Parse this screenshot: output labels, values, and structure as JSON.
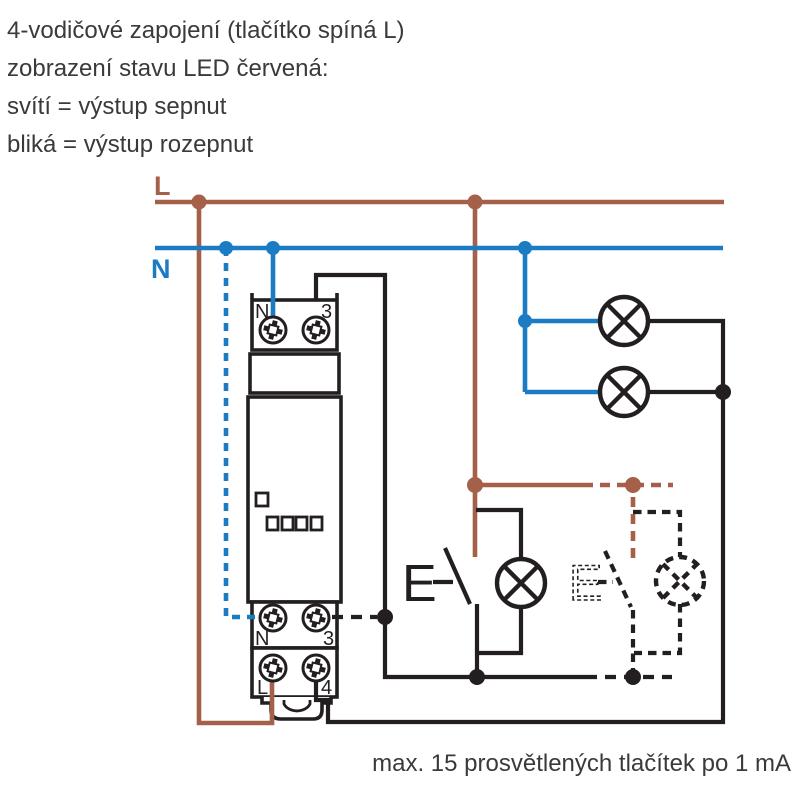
{
  "description": {
    "line1": "4-vodičové zapojení (tlačítko spíná L)",
    "line2": "zobrazení stavu LED červená:",
    "line3": "svítí = výstup sepnut",
    "line4": "bliká = výstup rozepnut"
  },
  "note": "max. 15 prosvětlených tlačítek po 1 mA",
  "labels": {
    "phase": "L",
    "neutral": "N",
    "device_top_left": "N",
    "device_top_right": "3",
    "device_mid_left": "N",
    "device_mid_right": "3",
    "device_bottom_left": "L",
    "device_bottom_right": "4",
    "pushbutton": "E",
    "pushbutton_optional": "E"
  },
  "colors": {
    "phase": "#a5604a",
    "neutral": "#1b7cc4",
    "wire": "#231f20",
    "text": "#3a3a3b"
  }
}
